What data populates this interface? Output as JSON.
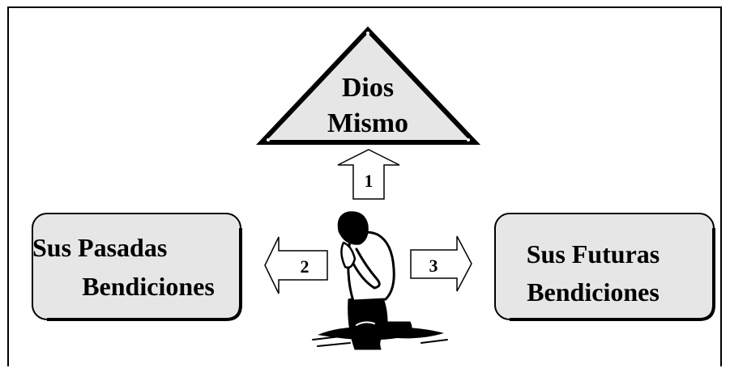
{
  "diagram": {
    "top": {
      "line1": "Dios",
      "line2": "Mismo"
    },
    "left": {
      "line1": "Sus Pasadas",
      "line2": "Bendiciones"
    },
    "right": {
      "line1": "Sus Futuras",
      "line2": "Bendiciones"
    },
    "arrows": {
      "up": "1",
      "left": "2",
      "right": "3"
    },
    "colors": {
      "box_fill": "#e6e6e6",
      "stroke": "#000000",
      "background": "#ffffff"
    }
  }
}
